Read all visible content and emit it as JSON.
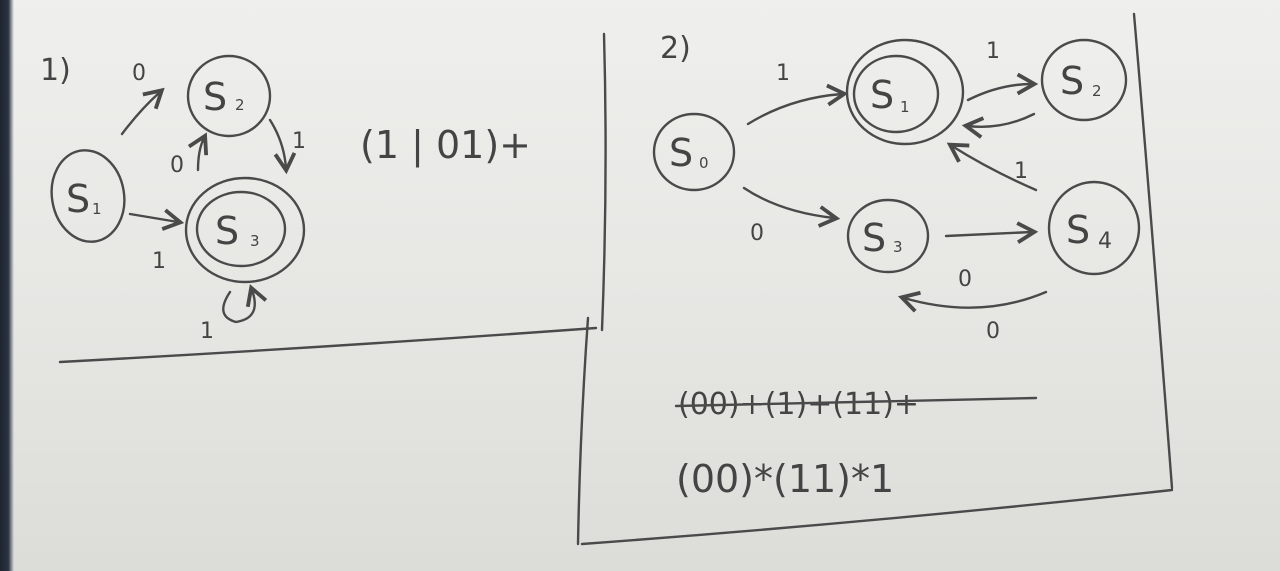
{
  "problem1": {
    "number": "1)",
    "states": {
      "s1": {
        "letter": "S",
        "sub": "1"
      },
      "s2": {
        "letter": "S",
        "sub": "2"
      },
      "s3": {
        "letter": "S",
        "sub": "3"
      }
    },
    "edges": {
      "s1_s2": "0",
      "s2_s3": "1",
      "s3_s2": "0",
      "s1_s3": "1",
      "s3_loop": "1"
    },
    "regex": "(1 | 01)+"
  },
  "problem2": {
    "number": "2)",
    "states": {
      "s0": {
        "letter": "S",
        "sub": "0"
      },
      "s1": {
        "letter": "S",
        "sub": "1"
      },
      "s2": {
        "letter": "S",
        "sub": "2"
      },
      "s3": {
        "letter": "S",
        "sub": "3"
      },
      "s4": {
        "letter": "S",
        "sub": "4"
      }
    },
    "edges": {
      "s0_s1": "1",
      "s1_s2": "1",
      "s4_s1": "1",
      "s0_s3": "0",
      "s3_s4": "0",
      "s4_s3": "0"
    },
    "regex_crossed": "(00)+(1)+(11)+",
    "regex": "(00)*(11)*1"
  }
}
